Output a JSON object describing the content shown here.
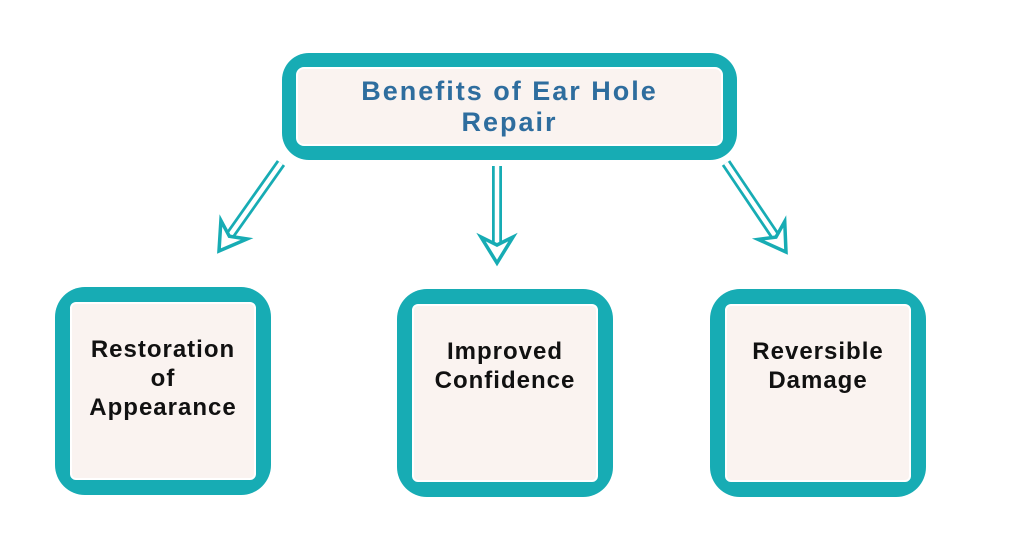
{
  "diagram": {
    "root": {
      "label": "Benefits of Ear Hole\nRepair"
    },
    "children": [
      {
        "label": "Restoration\nof\nAppearance"
      },
      {
        "label": "Improved\nConfidence"
      },
      {
        "label": "Reversible\nDamage"
      }
    ]
  },
  "theme": {
    "accent": "#17acb4",
    "node_fill": "#faf3f0",
    "title_color": "#2e6d9e",
    "text_color": "#111111",
    "background": "#ffffff"
  }
}
